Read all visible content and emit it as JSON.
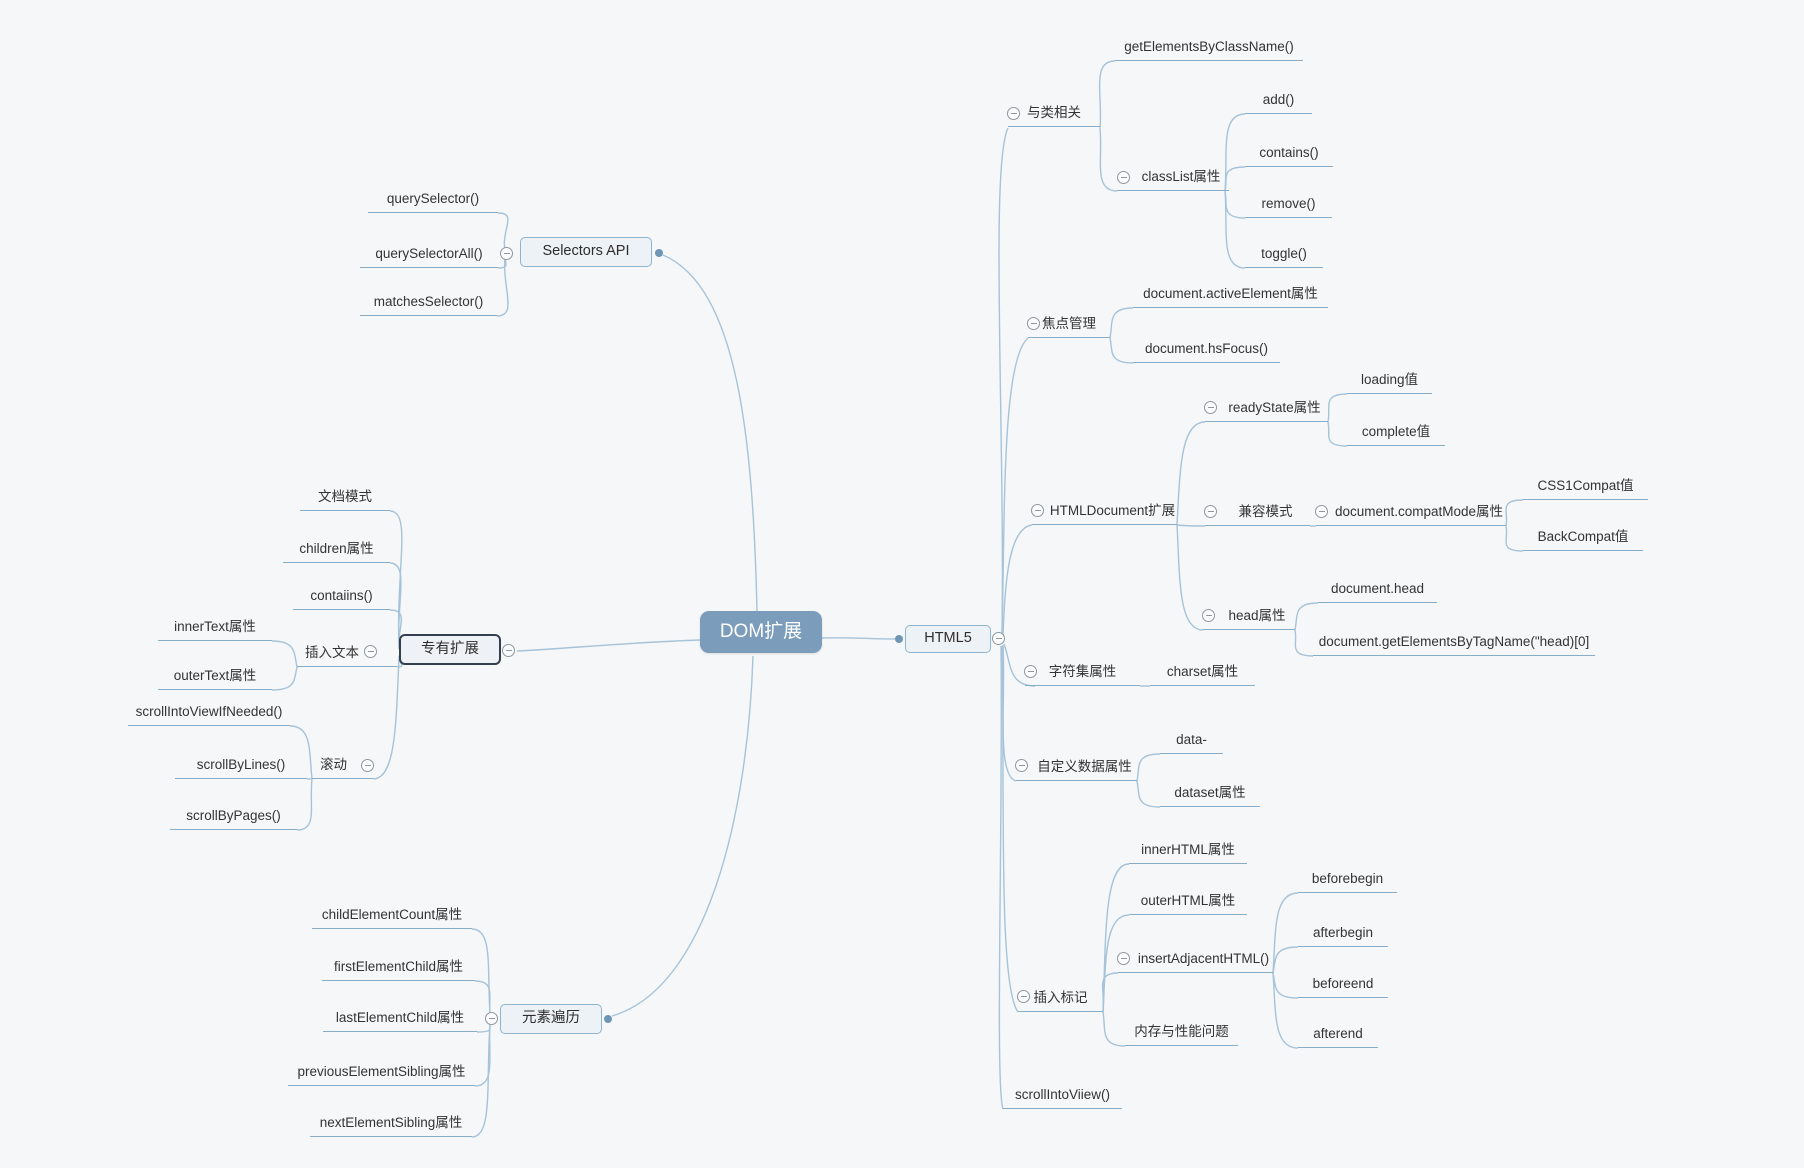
{
  "colors": {
    "canvas_bg": "#f6f7f9",
    "branch_line": "#a6c3d9",
    "underline": "#87adc8",
    "root_fill": "#7b9cba",
    "root_text": "#ffffff",
    "topic_fill": "#edf2f7",
    "topic_border": "#8fb4cf",
    "selected_topic_border": "#333f4d",
    "connector_dot": "#6f96b5"
  },
  "labels": {
    "root": "DOM扩展",
    "selectorsApi": "Selectors API",
    "querySelector": "querySelector()",
    "querySelectorAll": "querySelectorAll()",
    "matchesSelector": "matchesSelector()",
    "proprietary": "专有扩展",
    "docMode": "文档模式",
    "childrenProp": "children属性",
    "contaiins": "contaiins()",
    "insertText": "插入文本",
    "innerText": "innerText属性",
    "outerText": "outerText属性",
    "scroll": "滚动",
    "scrollIntoViewIfNeeded": "scrollIntoViewIfNeeded()",
    "scrollByLines": "scrollByLines()",
    "scrollByPages": "scrollByPages()",
    "elementTraversal": "元素遍历",
    "childElementCount": "childElementCount属性",
    "firstElementChild": "firstElementChild属性",
    "lastElementChild": "lastElementChild属性",
    "previousElementSibling": "previousElementSibling属性",
    "nextElementSibling": "nextElementSibling属性",
    "html5": "HTML5",
    "classRelated": "与类相关",
    "getElementsByClassName": "getElementsByClassName()",
    "classList": "classList属性",
    "add": "add()",
    "contains": "contains()",
    "remove": "remove()",
    "toggle": "toggle()",
    "focusMgmt": "焦点管理",
    "activeElement": "document.activeElement属性",
    "hsFocus": "document.hsFocus()",
    "htmlDocExt": "HTMLDocument扩展",
    "readyState": "readyState属性",
    "loadingVal": "loading值",
    "completeVal": "complete值",
    "compatMode": "兼容模式",
    "compatModeProp": "document.compatMode属性",
    "css1Compat": "CSS1Compat值",
    "backCompat": "BackCompat值",
    "headProp": "head属性",
    "documentHead": "document.head",
    "getElementsByTagNameHead": "document.getElementsByTagName(\"head)[0]",
    "charsetGroup": "字符集属性",
    "charsetProp": "charset属性",
    "customData": "自定义数据属性",
    "dataDash": "data-",
    "datasetProp": "dataset属性",
    "insertMarkup": "插入标记",
    "innerHTML": "innerHTML属性",
    "outerHTML": "outerHTML属性",
    "insertAdjacentHTML": "insertAdjacentHTML()",
    "beforebegin": "beforebegin",
    "afterbegin": "afterbegin",
    "beforeend": "beforeend",
    "afterend": "afterend",
    "memPerf": "内存与性能问题",
    "scrollIntoViiew": "scrollIntoViiew()"
  },
  "hierarchy": {
    "id": "root",
    "children": [
      {
        "id": "selectorsApi",
        "children": [
          {
            "id": "querySelector"
          },
          {
            "id": "querySelectorAll"
          },
          {
            "id": "matchesSelector"
          }
        ]
      },
      {
        "id": "proprietary",
        "children": [
          {
            "id": "docMode"
          },
          {
            "id": "childrenProp"
          },
          {
            "id": "contaiins"
          },
          {
            "id": "insertText",
            "children": [
              {
                "id": "innerText"
              },
              {
                "id": "outerText"
              }
            ]
          },
          {
            "id": "scroll",
            "children": [
              {
                "id": "scrollIntoViewIfNeeded"
              },
              {
                "id": "scrollByLines"
              },
              {
                "id": "scrollByPages"
              }
            ]
          }
        ]
      },
      {
        "id": "elementTraversal",
        "children": [
          {
            "id": "childElementCount"
          },
          {
            "id": "firstElementChild"
          },
          {
            "id": "lastElementChild"
          },
          {
            "id": "previousElementSibling"
          },
          {
            "id": "nextElementSibling"
          }
        ]
      },
      {
        "id": "html5",
        "children": [
          {
            "id": "classRelated",
            "children": [
              {
                "id": "getElementsByClassName"
              },
              {
                "id": "classList",
                "children": [
                  {
                    "id": "add"
                  },
                  {
                    "id": "contains"
                  },
                  {
                    "id": "remove"
                  },
                  {
                    "id": "toggle"
                  }
                ]
              }
            ]
          },
          {
            "id": "focusMgmt",
            "children": [
              {
                "id": "activeElement"
              },
              {
                "id": "hsFocus"
              }
            ]
          },
          {
            "id": "htmlDocExt",
            "children": [
              {
                "id": "readyState",
                "children": [
                  {
                    "id": "loadingVal"
                  },
                  {
                    "id": "completeVal"
                  }
                ]
              },
              {
                "id": "compatMode",
                "children": [
                  {
                    "id": "compatModeProp",
                    "children": [
                      {
                        "id": "css1Compat"
                      },
                      {
                        "id": "backCompat"
                      }
                    ]
                  }
                ]
              },
              {
                "id": "headProp",
                "children": [
                  {
                    "id": "documentHead"
                  },
                  {
                    "id": "getElementsByTagNameHead"
                  }
                ]
              }
            ]
          },
          {
            "id": "charsetGroup",
            "children": [
              {
                "id": "charsetProp"
              }
            ]
          },
          {
            "id": "customData",
            "children": [
              {
                "id": "dataDash"
              },
              {
                "id": "datasetProp"
              }
            ]
          },
          {
            "id": "insertMarkup",
            "children": [
              {
                "id": "innerHTML"
              },
              {
                "id": "outerHTML"
              },
              {
                "id": "insertAdjacentHTML",
                "children": [
                  {
                    "id": "beforebegin"
                  },
                  {
                    "id": "afterbegin"
                  },
                  {
                    "id": "beforeend"
                  },
                  {
                    "id": "afterend"
                  }
                ]
              },
              {
                "id": "memPerf"
              }
            ]
          },
          {
            "id": "scrollIntoViiew"
          }
        ]
      }
    ]
  }
}
